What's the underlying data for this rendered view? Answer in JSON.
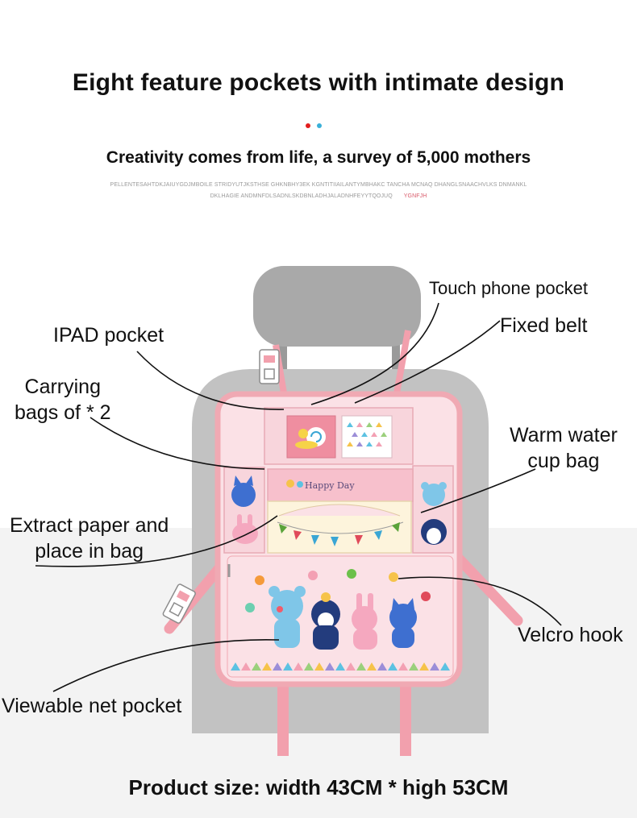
{
  "header": {
    "title": "Eight feature pockets with intimate design",
    "subtitle": "Creativity comes from life, a survey of 5,000 mothers",
    "fine_print_line1": "PELLENTESAHTDKJAIUYGDJMBOILE STRIDYUTJKSTHSE GHKNBHY3EK KGNTITIIAILANTYMBHAKC TANCHA MCNAQ DHANGLSNAACHVLKS DNMANKL",
    "fine_print_line2": "DKLHAGIE ANDMNFDLSADNLSKDBNLADHJALADNHFEYYTQOJUQ",
    "fine_print_highlight": "YGNFJH"
  },
  "decor": {
    "dot_colors": [
      "#e21e1e",
      "#3ab0d8"
    ]
  },
  "illustration": {
    "pocket_brand_text": "Happy Day",
    "colors": {
      "headrest": "#a9a9a9",
      "seat": "#c2c2c2",
      "organizer_border": "#f0a9b3",
      "organizer_fill": "#fbe1e6",
      "strap": "#f2a0ad",
      "tissue_pocket": "#fdf4dc"
    }
  },
  "labels": {
    "touch_phone_pocket": "Touch phone pocket",
    "ipad_pocket": "IPAD pocket",
    "fixed_belt": "Fixed belt",
    "carrying_bags_line1": "Carrying",
    "carrying_bags_line2": "bags of * 2",
    "warm_water_line1": "Warm water",
    "warm_water_line2": "cup bag",
    "extract_paper_line1": "Extract paper and",
    "extract_paper_line2": "place in bag",
    "velcro_hook": "Velcro hook",
    "viewable_net_pocket": "Viewable net pocket"
  },
  "footer": {
    "product_size": "Product size: width 43CM * high 53CM"
  }
}
